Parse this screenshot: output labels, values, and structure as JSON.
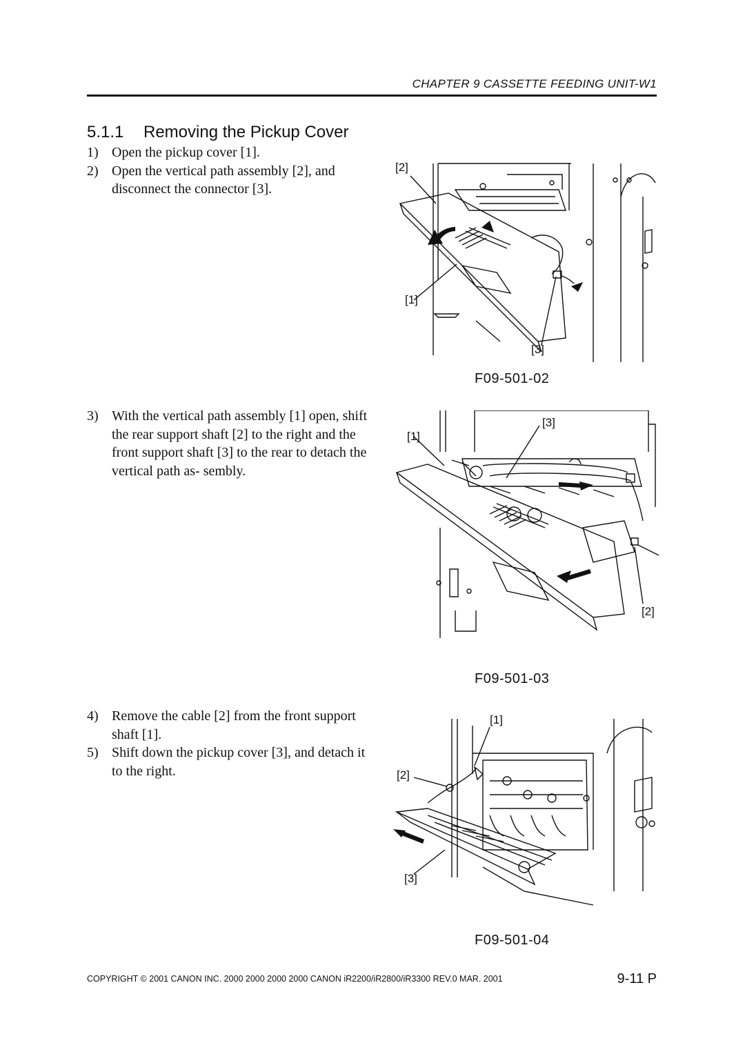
{
  "header": {
    "chapter": "CHAPTER 9 CASSETTE FEEDING UNIT-W1"
  },
  "section": {
    "number": "5.1.1",
    "title": "Removing the Pickup Cover"
  },
  "steps_a": [
    {
      "n": "1)",
      "text": "Open the pickup cover [1]."
    },
    {
      "n": "2)",
      "text": "Open the vertical path assembly [2], and disconnect the connector [3]."
    }
  ],
  "steps_b": [
    {
      "n": "3)",
      "text": "With the vertical path assembly [1] open, shift the rear support shaft [2] to the right and the front support shaft [3] to the rear to detach the vertical path as- sembly."
    }
  ],
  "steps_c": [
    {
      "n": "4)",
      "text": "Remove the cable [2] from the front support shaft [1]."
    },
    {
      "n": "5)",
      "text": "Shift down the pickup cover [3], and detach it to the right."
    }
  ],
  "figures": [
    {
      "caption": "F09-501-02",
      "callouts": [
        "[2]",
        "[1]",
        "[3]"
      ]
    },
    {
      "caption": "F09-501-03",
      "callouts": [
        "[3]",
        "[1]",
        "[2]"
      ]
    },
    {
      "caption": "F09-501-04",
      "callouts": [
        "[1]",
        "[2]",
        "[3]"
      ]
    }
  ],
  "footer": {
    "copyright": "COPYRIGHT © 2001 CANON INC. 2000 2000 2000 2000 CANON iR2200/iR2800/iR3300 REV.0 MAR. 2001",
    "page": "9-11 P"
  }
}
